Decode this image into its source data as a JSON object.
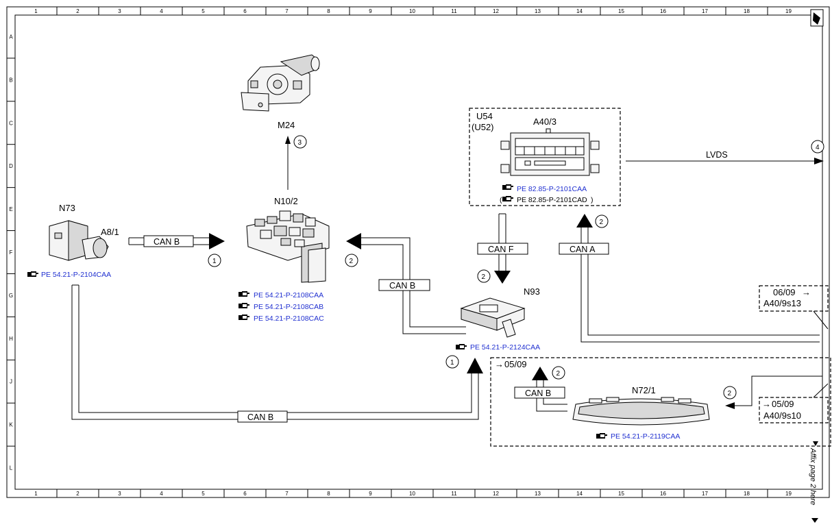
{
  "grid": {
    "columns": [
      "1",
      "2",
      "3",
      "4",
      "5",
      "6",
      "7",
      "8",
      "9",
      "10",
      "11",
      "12",
      "13",
      "14",
      "15",
      "16",
      "17",
      "18",
      "19"
    ],
    "rows": [
      "A",
      "B",
      "C",
      "D",
      "E",
      "F",
      "G",
      "H",
      "J",
      "K",
      "L"
    ]
  },
  "components": {
    "m24": "M24",
    "n10_2": "N10/2",
    "n73": "N73",
    "a8_1": "A8/1",
    "u54": "U54",
    "u52": "(U52)",
    "a40_3": "A40/3",
    "n93": "N93",
    "n72_1": "N72/1",
    "box1_date": "06/09",
    "box1_part": "A40/9s13",
    "box2_date": "05/09",
    "box2_part": "A40/9s10",
    "n72_date": "05/09"
  },
  "buses": {
    "can_b_1": "CAN B",
    "can_b_2": "CAN B",
    "can_b_3": "CAN B",
    "can_b_4": "CAN B",
    "can_f": "CAN F",
    "can_a": "CAN A",
    "lvds": "LVDS"
  },
  "circles": {
    "c3": "3",
    "c1a": "1",
    "c2a": "2",
    "c4": "4",
    "c2b": "2",
    "c2c": "2",
    "c1b": "1",
    "c2d": "2",
    "c2e": "2"
  },
  "refs": {
    "n73": "PE 54.21-P-2104CAA",
    "n10_1": "PE 54.21-P-2108CAA",
    "n10_2": "PE 54.21-P-2108CAB",
    "n10_3": "PE 54.21-P-2108CAC",
    "a40_1": "PE 82.85-P-2101CAA",
    "a40_2": "PE 82.85-P-2101CAD",
    "n93": "PE 54.21-P-2124CAA",
    "n72": "PE 54.21-P-2119CAA"
  },
  "affix_text": "Affix page 2 here",
  "icons": [
    "page-corner-icon",
    "hand-pointer-icon",
    "arrow-right-icon"
  ],
  "colors": {
    "reference_link": "#1f2fd0",
    "lines": "#000000"
  }
}
